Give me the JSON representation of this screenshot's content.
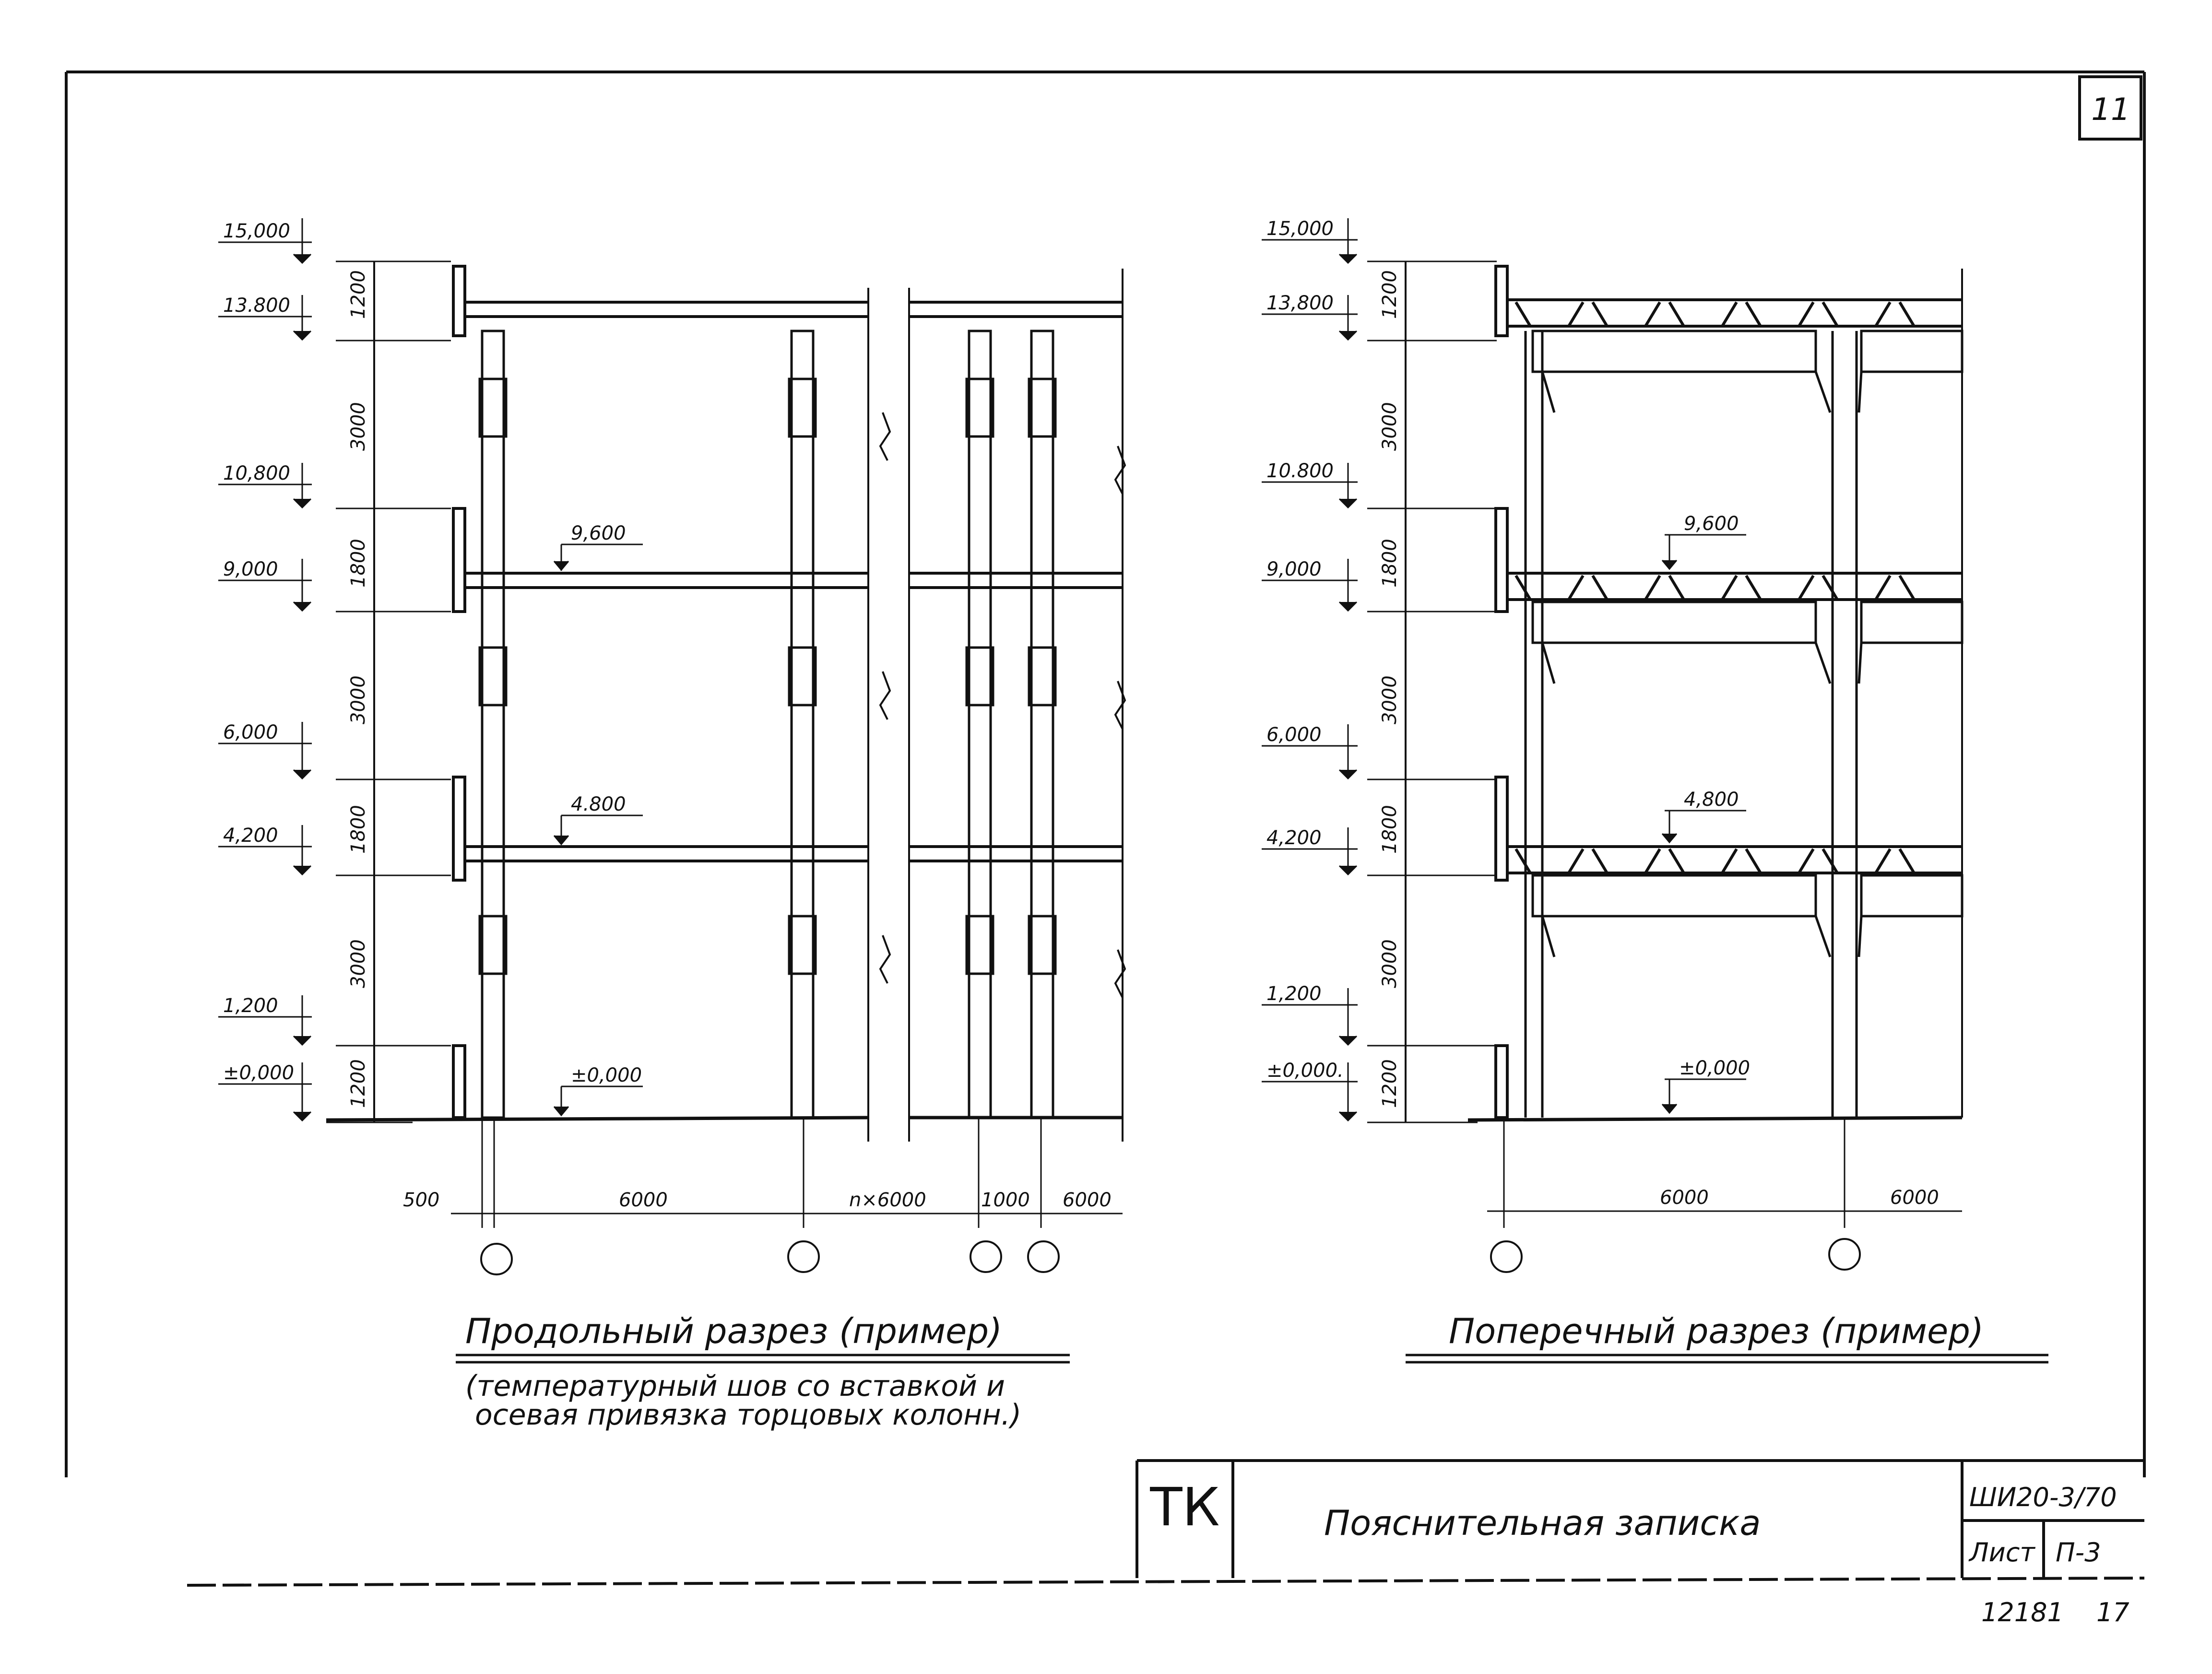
{
  "sheet_number": "11",
  "left_section": {
    "title": "Продольный разрез (пример)",
    "subtitle_line1": "(температурный шов со вставкой и",
    "subtitle_line2": "осевая привязка торцовых колонн.)",
    "level_marks": [
      "15,000",
      "13.800",
      "10,800",
      "9,000",
      "6,000",
      "4,200",
      "1,200",
      "±0,000"
    ],
    "floor_marks": [
      "9,600",
      "4.800",
      "±0,000"
    ],
    "vertical_dims": [
      "1200",
      "3000",
      "1800",
      "3000",
      "1800",
      "3000",
      "1200"
    ],
    "horizontal_dims": [
      "500",
      "6000",
      "n×6000",
      "1000",
      "6000"
    ]
  },
  "right_section": {
    "title": "Поперечный разрез (пример)",
    "level_marks": [
      "15,000",
      "13,800",
      "10.800",
      "9,000",
      "6,000",
      "4,200",
      "1,200",
      "±0,000."
    ],
    "floor_marks": [
      "9,600",
      "4,800",
      "±0,000"
    ],
    "vertical_dims": [
      "1200",
      "3000",
      "1800",
      "3000",
      "1800",
      "3000",
      "1200"
    ],
    "horizontal_dims": [
      "6000",
      "6000"
    ]
  },
  "title_block": {
    "logo": "ТК",
    "title": "Пояснительная записка",
    "code": "ШИ20-3/70",
    "sheet_label": "Лист",
    "sheet_value": "П-3",
    "inventory_number": "12181",
    "small_mark": "17"
  }
}
